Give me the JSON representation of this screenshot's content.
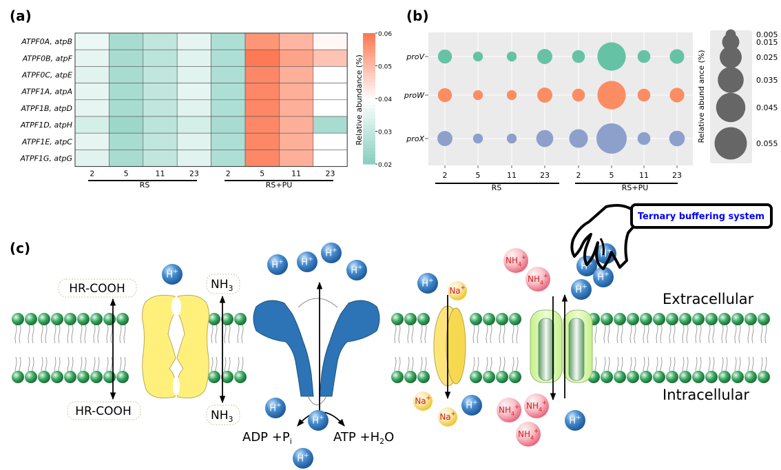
{
  "colors": {
    "heat_low": "#83cdbd",
    "heat_mid": "#ffffff",
    "heat_high": "#fd7a55",
    "panel_bg": "#ebebeb",
    "proV": "#66c2a5",
    "proW": "#fc8d62",
    "proX": "#8da0cb",
    "membrane_head": "#3aa860",
    "f_atpase": "#2c74b5",
    "transporter": "#fff07c",
    "proton": "#3a7fc5",
    "sodium": "#f5c830",
    "ammonium": "#f07f8f",
    "annotation_text": "#0000ff"
  },
  "panel_a": {
    "label": "(a)",
    "rows": [
      "ATPF0A, atpB",
      "ATPF0B, atpF",
      "ATPF0C, atpE",
      "ATPF1A, atpA",
      "ATPF1B, atpD",
      "ATPF1D, atpH",
      "ATPF1E, atpC",
      "ATPF1G, atpG"
    ],
    "cols": [
      "2",
      "5",
      "11",
      "23",
      "2",
      "5",
      "11",
      "23"
    ],
    "group_labels": [
      "RS",
      "RS+PU"
    ],
    "colorbar_title": "Relative abundance (%)",
    "colorbar_ticks": [
      "0.06",
      "0.05",
      "0.04",
      "0.03",
      "0.02"
    ],
    "values": [
      [
        0.037,
        0.026,
        0.03,
        0.036,
        0.027,
        0.056,
        0.051,
        0.041
      ],
      [
        0.036,
        0.026,
        0.029,
        0.035,
        0.027,
        0.06,
        0.054,
        0.049
      ],
      [
        0.035,
        0.026,
        0.03,
        0.035,
        0.027,
        0.058,
        0.052,
        0.04
      ],
      [
        0.036,
        0.026,
        0.03,
        0.036,
        0.027,
        0.058,
        0.052,
        0.04
      ],
      [
        0.036,
        0.026,
        0.03,
        0.035,
        0.027,
        0.058,
        0.052,
        0.04
      ],
      [
        0.033,
        0.024,
        0.029,
        0.033,
        0.026,
        0.058,
        0.052,
        0.026
      ],
      [
        0.036,
        0.026,
        0.03,
        0.035,
        0.027,
        0.058,
        0.052,
        0.04
      ],
      [
        0.035,
        0.026,
        0.03,
        0.035,
        0.027,
        0.058,
        0.052,
        0.04
      ]
    ]
  },
  "panel_b": {
    "label": "(b)",
    "rows": [
      "proV",
      "proW",
      "proX"
    ],
    "cols": [
      "2",
      "5",
      "11",
      "23",
      "2",
      "5",
      "11",
      "23"
    ],
    "group_labels": [
      "RS",
      "RS+PU"
    ],
    "legend_title": "Relative abund ance (%)",
    "legend_values": [
      "0.005",
      "0.015",
      "0.025",
      "0.035",
      "0.045",
      "0.055"
    ],
    "values": [
      [
        0.01,
        0.004,
        0.004,
        0.012,
        0.008,
        0.052,
        0.008,
        0.011
      ],
      [
        0.01,
        0.004,
        0.004,
        0.012,
        0.008,
        0.052,
        0.008,
        0.011
      ],
      [
        0.012,
        0.004,
        0.004,
        0.016,
        0.02,
        0.06,
        0.008,
        0.013
      ]
    ]
  },
  "panel_c": {
    "label": "(c)",
    "hr_cooh_top": "HR-COOH",
    "hr_cooh_bottom": "HR-COOH",
    "nh3_base": "NH",
    "nh3_sub": "3",
    "extracellular": "Extracellular",
    "intracellular": "Intracellular",
    "adp_text": "ADP +P",
    "adp_sub": "i",
    "atp_text": "ATP +H",
    "atp_sub": "2",
    "atp_tail": "O",
    "annotation": "Ternary buffering system",
    "h_plus": "H",
    "na_plus": "Na",
    "nh4": "NH",
    "nh4_sub": "4",
    "plus": "+"
  }
}
